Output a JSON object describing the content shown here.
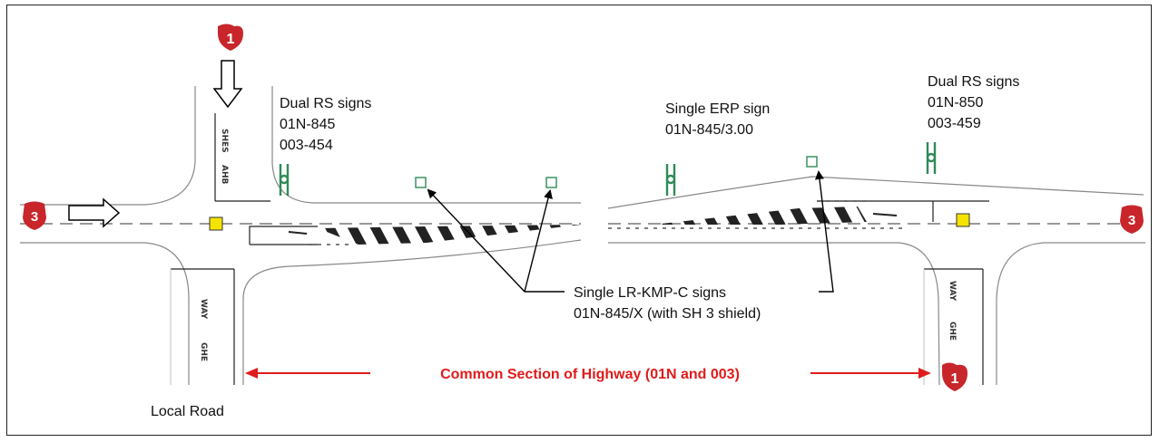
{
  "labels": {
    "dual_rs_left": [
      "Dual RS signs",
      "01N-845",
      "003-454"
    ],
    "single_erp": [
      "Single ERP sign",
      "01N-845/3.00"
    ],
    "dual_rs_right": [
      "Dual RS signs",
      "01N-850",
      "003-459"
    ],
    "lr_kmp": [
      "Single LR-KMP-C signs",
      "01N-845/X (with SH 3 shield)"
    ],
    "local_road": "Local Road",
    "common_section": "Common Section of Highway (01N and 003)"
  },
  "shields": {
    "route_1": "1",
    "route_3": "3"
  },
  "pavement_markings": {
    "left_north": [
      "SHES",
      "AHB"
    ],
    "left_south": [
      "WAY",
      "GHE"
    ],
    "right_south": [
      "WAY",
      "GHE"
    ]
  },
  "colors": {
    "shield": "#c8262b",
    "sign_green": "#2e8b57",
    "junction_yellow": "#f5e400",
    "annotation_red": "#e01b1b",
    "road_line": "#888888",
    "marking": "#222222"
  },
  "icons": [
    "state-highway-shield-icon",
    "direction-arrow-icon",
    "dual-rs-sign-icon",
    "kmp-sign-icon",
    "junction-marker-icon"
  ]
}
